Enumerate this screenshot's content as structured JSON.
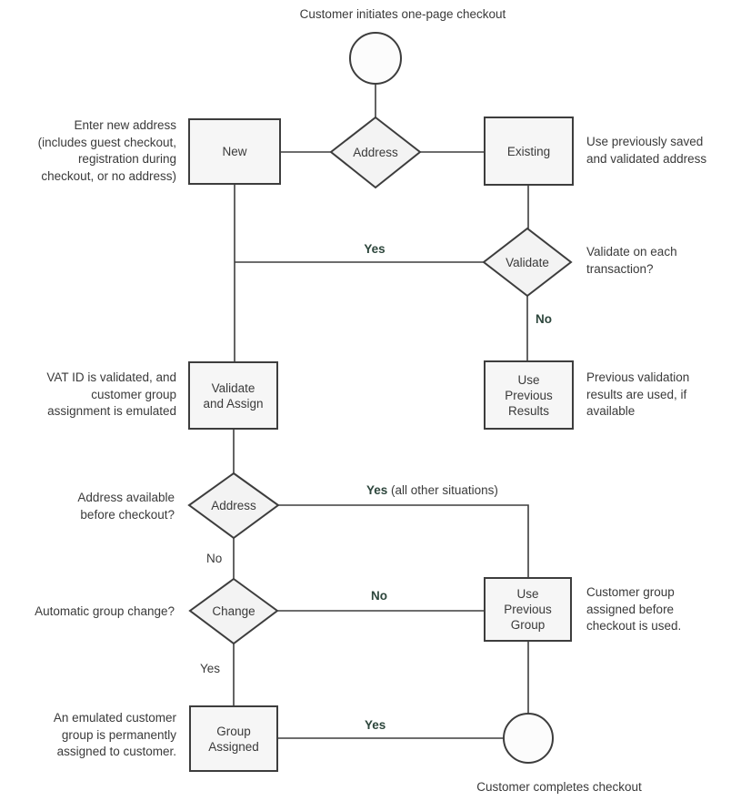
{
  "diagram": {
    "top_caption": "Customer initiates one-page checkout",
    "bottom_caption": "Customer completes checkout",
    "nodes": {
      "new": "New",
      "address1": "Address",
      "existing": "Existing",
      "validate": "Validate",
      "validate_assign": "Validate\nand Assign",
      "use_prev_results": "Use\nPrevious\nResults",
      "address2": "Address",
      "change": "Change",
      "use_prev_group": "Use\nPrevious\nGroup",
      "group_assigned": "Group\nAssigned"
    },
    "edge_labels": {
      "validate_yes": "Yes",
      "validate_no": "No",
      "address2_yes": "Yes",
      "address2_yes_note": "(all other situations)",
      "address2_no": "No",
      "change_no": "No",
      "change_yes": "Yes",
      "group_assigned_yes": "Yes"
    },
    "notes": {
      "new_note": "Enter new address\n(includes guest checkout,\nregistration during\ncheckout, or no address)",
      "existing_note": "Use previously saved\nand validated address",
      "validate_note": "Validate on each\ntransaction?",
      "vat_note": "VAT ID is validated, and\ncustomer group\nassignment is emulated",
      "prev_results_note": "Previous validation\nresults are used, if\navailable",
      "address2_note": "Address available\nbefore checkout?",
      "change_note": "Automatic group change?",
      "prev_group_note": "Customer group\nassigned before\ncheckout is used.",
      "group_assigned_note": "An emulated customer\ngroup is permanently\nassigned to customer."
    },
    "colors": {
      "strong_label": "#2d463c",
      "line": "#3d3d3d",
      "text": "#3a3a3a",
      "box_fill": "#f6f6f6",
      "diamond_fill": "#f3f3f3",
      "circle_fill": "#fcfcfc"
    }
  }
}
